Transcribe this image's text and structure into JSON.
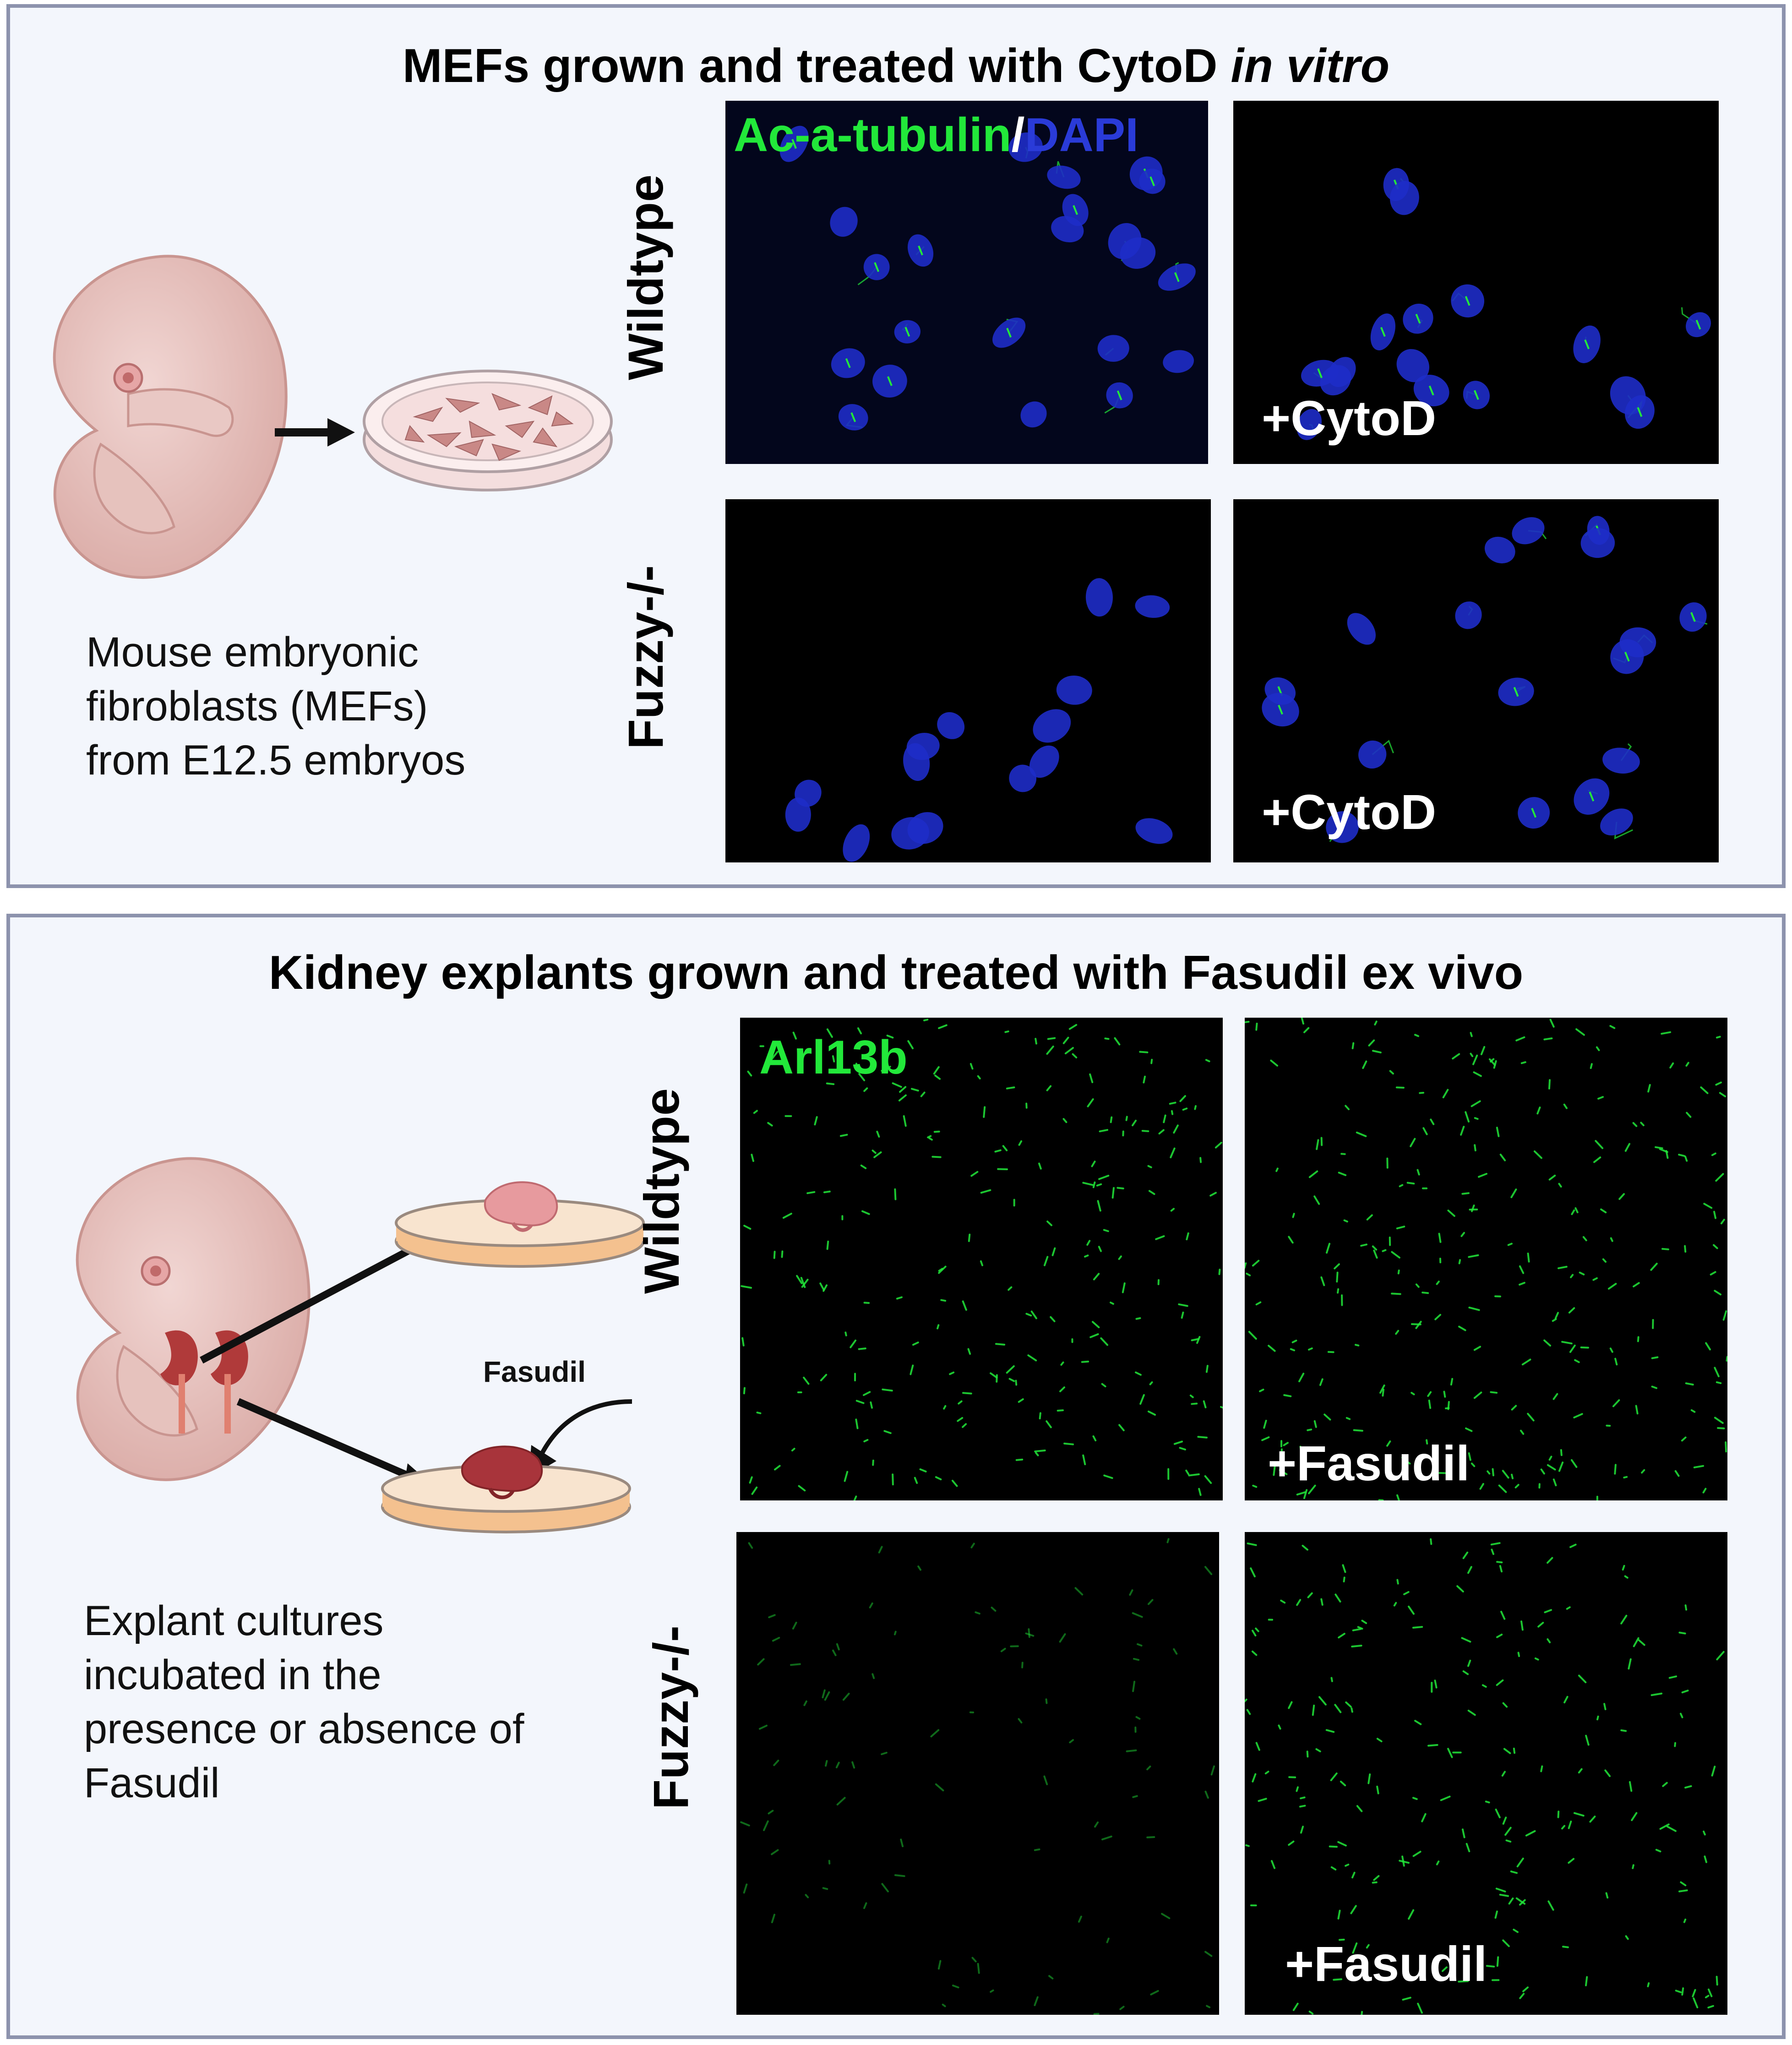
{
  "colors": {
    "panel_background": "#f3f6fc",
    "panel_border": "#8d93ad",
    "stain_green": "#22e83a",
    "stain_blue": "#2a3bd8",
    "nucleus_blue": "#1e2cc8",
    "embryo_pink": "#e8c4c0",
    "kidney_red": "#b03a3a",
    "kidney_pink": "#e79a9e",
    "dish_medium": "#f4c18f"
  },
  "top_panel": {
    "title_main": "MEFs grown and treated with CytoD ",
    "title_italic": "in vitro",
    "caption_lines": [
      "Mouse embryonic",
      "fibroblasts (MEFs)",
      "from E12.5 embryos"
    ],
    "row_labels": [
      "Wildtype",
      "Fuzzy-/-"
    ],
    "stain_green": "Ac-a-tubulin",
    "stain_separator": "/",
    "stain_blue": "DAPI",
    "treatment_label": "+CytoD",
    "icons": [
      "embryo-icon",
      "arrow-right-icon",
      "petri-dish-cells-icon"
    ]
  },
  "bottom_panel": {
    "title": "Kidney explants grown and treated with Fasudil ex vivo",
    "caption_lines": [
      "Explant cultures",
      "incubated  in the",
      "presence or absence of",
      "Fasudil"
    ],
    "row_labels": [
      "Wildtype",
      "Fuzzy-/-"
    ],
    "stain_green": "Arl13b",
    "treatment_label": "+Fasudil",
    "drug_label": "Fasudil",
    "icons": [
      "embryo-with-kidneys-icon",
      "kidney-explant-dish-icon",
      "arrow-icon"
    ]
  }
}
